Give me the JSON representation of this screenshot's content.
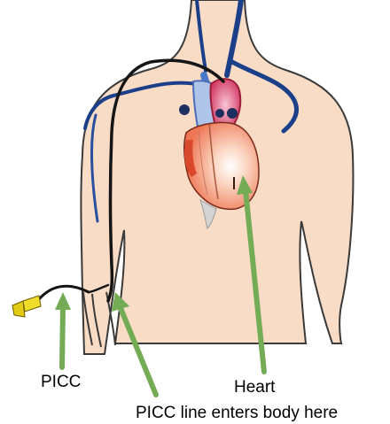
{
  "labels": {
    "picc": "PICC",
    "heart": "Heart",
    "entry": "PICC line enters body here"
  },
  "colors": {
    "skin": "#f9dcc6",
    "outline": "#3a3a3a",
    "vein": "#1c3f8a",
    "catheter": "#151515",
    "connector": "#e3cc12",
    "pointer": "#74ab55",
    "heart_fill": "#ef7a5a"
  }
}
